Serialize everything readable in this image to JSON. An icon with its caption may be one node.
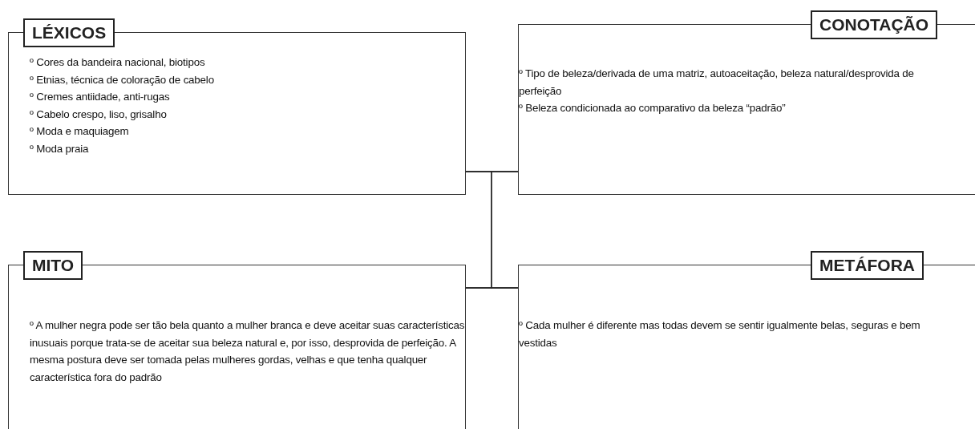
{
  "diagram": {
    "nodes": [
      {
        "text": [
          "LÉXICOS",
          "º Cores da bandeira nacional, biotipos",
          "º Etnias, técnica de coloração de cabelo",
          "º Cremes antiidade, anti-rugas",
          "º Cabelo crespo, liso, grisalho",
          "º Moda e maquiagem",
          "º Moda praia"
        ]
      },
      {
        "text": [
          "CONOTAÇÃO",
          "º Tipo de beleza/derivada de uma matriz, autoaceitação, beleza natural/desprovida de perfeição",
          "º Beleza condicionada ao comparativo da beleza “padrão”"
        ]
      },
      {
        "text": [
          "MITO",
          "º A mulher negra pode ser tão bela quanto a mulher branca e deve aceitar suas características inusuais porque trata-se de aceitar sua beleza natural e, por isso, desprovida de perfeição. A mesma postura deve ser tomada pelas mulheres gordas, velhas e que tenha qualquer característica fora do padrão"
        ]
      },
      {
        "text": [
          "METÁFORA",
          "º Cada mulher é diferente mas todas devem se sentir igualmente belas, seguras e bem vestidas"
        ]
      }
    ],
    "edges": [
      {
        "from": 0,
        "to": 1,
        "arrow": "none"
      },
      {
        "from": 2,
        "to": 3,
        "arrow": "none"
      },
      {
        "from": 0,
        "to": 2,
        "arrow": "none"
      },
      {
        "from": 1,
        "to": 3,
        "arrow": "none"
      }
    ]
  }
}
